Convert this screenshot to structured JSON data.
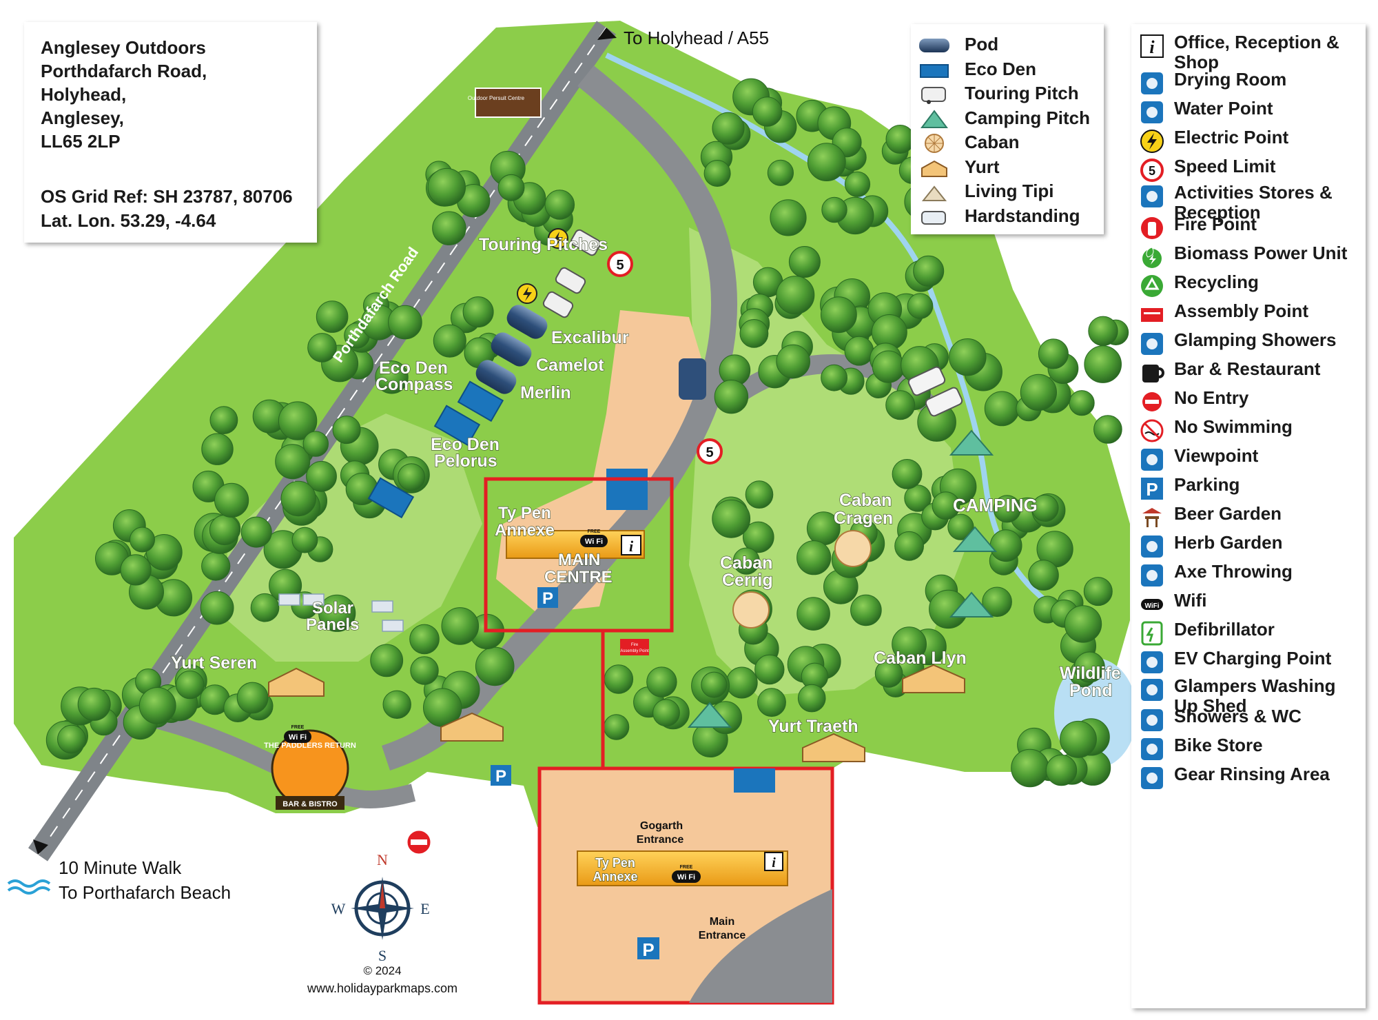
{
  "address": {
    "lines": [
      "Anglesey Outdoors",
      "Porthdafarch Road,",
      "Holyhead,",
      "Anglesey,",
      "LL65 2LP"
    ],
    "grid_ref": "OS Grid Ref: SH 23787, 80706",
    "latlon": "Lat. Lon. 53.29, -4.64"
  },
  "directions": {
    "north": "To Holyhead / A55",
    "south_1": "10 Minute Walk",
    "south_2": "To Porthafarch Beach"
  },
  "road_name": "Porthdafarch Road",
  "signpost": "Outdoor Persuit Centre",
  "accommodation_legend": [
    {
      "icon": "pod-icon",
      "label": "Pod"
    },
    {
      "icon": "eco-den-icon",
      "label": "Eco Den"
    },
    {
      "icon": "touring-pitch-icon",
      "label": "Touring Pitch"
    },
    {
      "icon": "camping-pitch-icon",
      "label": "Camping Pitch"
    },
    {
      "icon": "caban-icon",
      "label": "Caban"
    },
    {
      "icon": "yurt-icon",
      "label": "Yurt"
    },
    {
      "icon": "living-tipi-icon",
      "label": "Living Tipi"
    },
    {
      "icon": "hardstanding-icon",
      "label": "Hardstanding"
    }
  ],
  "facilities_legend": [
    {
      "icon": "info-icon",
      "label": "Office, Reception & Shop",
      "color": "#ffffff"
    },
    {
      "icon": "shirt-icon",
      "label": "Drying Room",
      "color": "#1b75bc"
    },
    {
      "icon": "tap-icon",
      "label": "Water Point",
      "color": "#1b75bc"
    },
    {
      "icon": "lightning-icon",
      "label": "Electric Point",
      "color": "#f7d117"
    },
    {
      "icon": "speed-limit-icon",
      "label": "Speed Limit",
      "color": "#e31e24"
    },
    {
      "icon": "activities-icon",
      "label": "Activities Stores & Reception",
      "color": "#1b75bc"
    },
    {
      "icon": "fire-point-icon",
      "label": "Fire Point",
      "color": "#e31e24"
    },
    {
      "icon": "biomass-icon",
      "label": "Biomass Power Unit",
      "color": "#3aa935"
    },
    {
      "icon": "recycling-icon",
      "label": "Recycling",
      "color": "#3aa935"
    },
    {
      "icon": "assembly-point-icon",
      "label": "Assembly Point",
      "color": "#e31e24"
    },
    {
      "icon": "shower-icon",
      "label": "Glamping Showers",
      "color": "#1b75bc"
    },
    {
      "icon": "mug-icon",
      "label": "Bar & Restaurant",
      "color": "#1a1a1a"
    },
    {
      "icon": "no-entry-icon",
      "label": "No Entry",
      "color": "#e31e24"
    },
    {
      "icon": "no-swimming-icon",
      "label": "No Swimming",
      "color": "#e31e24"
    },
    {
      "icon": "binoculars-icon",
      "label": "Viewpoint",
      "color": "#1b75bc"
    },
    {
      "icon": "parking-icon",
      "label": "Parking",
      "color": "#1b75bc"
    },
    {
      "icon": "beer-garden-icon",
      "label": "Beer Garden",
      "color": "#c0392b"
    },
    {
      "icon": "herb-icon",
      "label": "Herb Garden",
      "color": "#1b75bc"
    },
    {
      "icon": "axe-icon",
      "label": "Axe Throwing",
      "color": "#1b75bc"
    },
    {
      "icon": "wifi-icon",
      "label": "Wifi",
      "color": "#1a1a1a"
    },
    {
      "icon": "defibrillator-icon",
      "label": "Defibrillator",
      "color": "#3aa935"
    },
    {
      "icon": "ev-charging-icon",
      "label": "EV Charging Point",
      "color": "#1b75bc"
    },
    {
      "icon": "washing-icon",
      "label": "Glampers Washing Up Shed",
      "color": "#1b75bc"
    },
    {
      "icon": "wc-icon",
      "label": "Showers & WC",
      "color": "#1b75bc"
    },
    {
      "icon": "bike-icon",
      "label": "Bike Store",
      "color": "#1b75bc"
    },
    {
      "icon": "gear-rinse-icon",
      "label": "Gear Rinsing Area",
      "color": "#1b75bc"
    }
  ],
  "map_labels": {
    "touring": "Touring Pitches",
    "excalibur": "Excalibur",
    "camelot": "Camelot",
    "merlin": "Merlin",
    "eco_compass_1": "Eco Den",
    "eco_compass_2": "Compass",
    "eco_pelorus_1": "Eco Den",
    "eco_pelorus_2": "Pelorus",
    "ty_pen_1": "Ty Pen",
    "ty_pen_2": "Annexe",
    "main_1": "MAIN",
    "main_2": "CENTRE",
    "solar_1": "Solar",
    "solar_2": "Panels",
    "yurt_seren": "Yurt Seren",
    "caban_cragen_1": "Caban",
    "caban_cragen_2": "Cragen",
    "caban_cerrig_1": "Caban",
    "caban_cerrig_2": "Cerrig",
    "camping": "CAMPING",
    "caban_llyn": "Caban Llyn",
    "wildlife_1": "Wildlife",
    "wildlife_2": "Pond",
    "yurt_traeth": "Yurt  Traeth"
  },
  "speed_limit": "5",
  "wifi_free": "FREE",
  "wifi": "Wi Fi",
  "fire_assembly": "Fire Assembly Point",
  "paddlers": "THE PADDLERS RETURN",
  "paddlers_sub": "BAR & BISTRO",
  "inset": {
    "gogarth_1": "Gogarth",
    "gogarth_2": "Entrance",
    "ty_pen_1": "Ty Pen",
    "ty_pen_2": "Annexe",
    "main_1": "Main",
    "main_2": "Entrance"
  },
  "compass": {
    "n": "N",
    "s": "S",
    "e": "E",
    "w": "W"
  },
  "copyright": "© 2024",
  "website": "www.holidayparkmaps.com",
  "colors": {
    "grass": "#8ccd4a",
    "grass_light": "#b5df7e",
    "tree": "#3f8f2e",
    "road": "#8a8d91",
    "building": "#f7b52c",
    "sand": "#f5c89a",
    "accent_red": "#e31e24",
    "accent_blue": "#1b75bc"
  }
}
